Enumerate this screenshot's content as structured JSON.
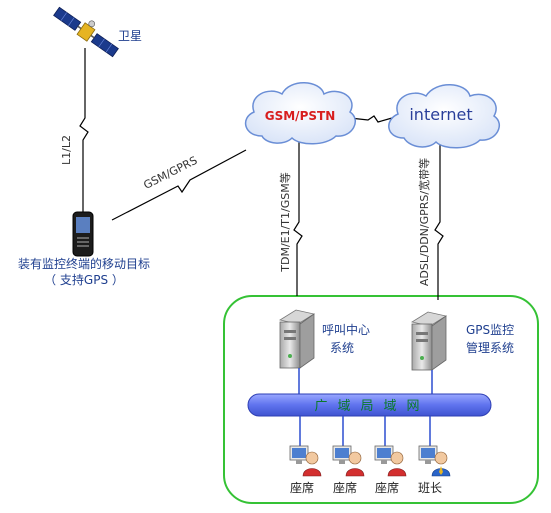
{
  "nodes": {
    "satellite": "卫星",
    "gsm_pstn": "GSM/PSTN",
    "internet": "internet",
    "mobile_target_line1": "装有监控终端的移动目标",
    "mobile_target_line2": "（ 支持GPS ）",
    "call_center_line1": "呼叫中心",
    "call_center_line2": "系统",
    "gps_mgmt_line1": "GPS监控",
    "gps_mgmt_line2": "管理系统",
    "lan": "广域局域网"
  },
  "links": {
    "sat_to_mobile": "L1/L2",
    "mobile_to_gsm": "GSM/GPRS",
    "gsm_to_callcenter": "TDM/E1/T1/GSM等",
    "internet_to_gps": "ADSL/DDN/GPRS/宽带等"
  },
  "operators": [
    {
      "label": "座席"
    },
    {
      "label": "座席"
    },
    {
      "label": "座席"
    },
    {
      "label": "班长"
    }
  ],
  "colors": {
    "cloud_fill": "#e4ecf9",
    "cloud_stroke": "#6a8ed6",
    "gsm_text": "#d81e1e",
    "internet_text": "#2a3f9a",
    "green_box": "#35c235",
    "lan_fill": "#6a7ff2",
    "link_line": "#000000",
    "blue_line": "#2c4ed0"
  }
}
